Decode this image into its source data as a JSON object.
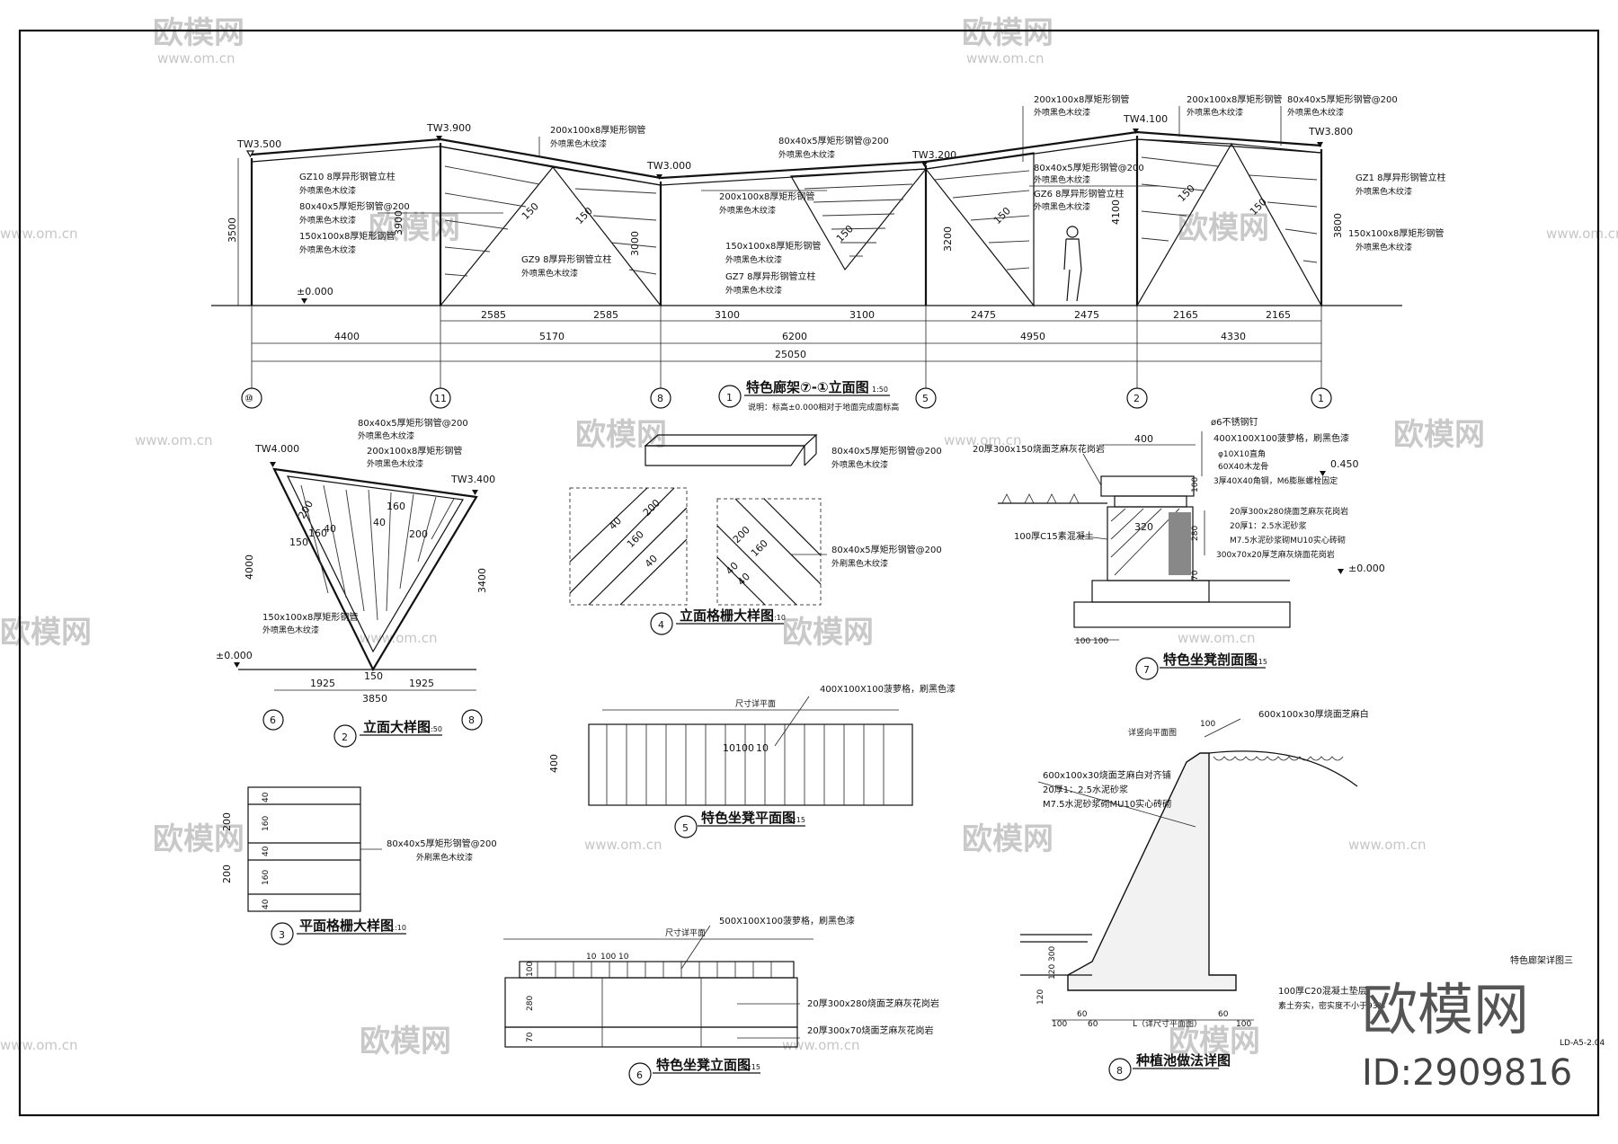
{
  "watermark": {
    "text": "欧模网",
    "url": "www.om.cn"
  },
  "brand": {
    "name": "欧模网",
    "id": "ID:2909816"
  },
  "sheet_title": "特色廊架详图三",
  "sheet_no": "LD-A5-2.04",
  "view1": {
    "num": "1",
    "title": "特色廊架⑦-①立面图",
    "scale": "1:50",
    "note": "说明：标高±0.000相对于地面完成面标高",
    "levels": [
      "TW3.500",
      "TW3.900",
      "TW3.000",
      "TW3.200",
      "TW4.100",
      "TW3.800",
      "±0.000"
    ],
    "heights": [
      "3500",
      "3900",
      "3000",
      "3200",
      "4100",
      "3800"
    ],
    "sub_dims": [
      "2585",
      "2585",
      "3100",
      "3100",
      "2475",
      "2475",
      "2165",
      "2165"
    ],
    "main_dims": [
      "4400",
      "5170",
      "6200",
      "4950",
      "4330"
    ],
    "total": "25050",
    "axes": [
      "⑩",
      "11",
      "8",
      "5",
      "2",
      "1"
    ],
    "spacing": "150",
    "notes": {
      "gz10": "GZ10 8厚异形钢管立柱",
      "paint": "外喷黑色木纹漆",
      "tube80": "80x40x5厚矩形钢管@200",
      "tube150": "150x100x8厚矩形钢管",
      "tube200": "200x100x8厚矩形钢管",
      "gz9": "GZ9 8厚异形钢管立柱",
      "gz7": "GZ7 8厚异形钢管立柱",
      "gz6": "GZ6 8厚异形钢管立柱",
      "gz1": "GZ1 8厚异形钢管立柱"
    }
  },
  "view2": {
    "num": "2",
    "title": "立面大样图",
    "scale": "1:50",
    "levels": [
      "TW4.000",
      "TW3.400",
      "±0.000"
    ],
    "dims": [
      "4000",
      "3400",
      "1925",
      "150",
      "1925",
      "3850"
    ],
    "inner_dims": [
      "200",
      "150",
      "160",
      "40",
      "40",
      "160",
      "200"
    ],
    "axes": [
      "6",
      "8"
    ],
    "notes": [
      "80x40x5厚矩形钢管@200",
      "外喷黑色木纹漆",
      "200x100x8厚矩形钢管",
      "外喷黑色木纹漆",
      "150x100x8厚矩形钢管",
      "外喷黑色木纹漆"
    ]
  },
  "view3": {
    "num": "3",
    "title": "平面格栅大样图",
    "scale": "1:10",
    "dims": [
      "200",
      "200",
      "40",
      "160",
      "40",
      "160",
      "40"
    ],
    "notes": [
      "80x40x5厚矩形钢管@200",
      "外刷黑色木纹漆"
    ]
  },
  "view4": {
    "num": "4",
    "title": "立面格栅大样图",
    "scale": "1:10",
    "dims": [
      "200",
      "40",
      "160",
      "40"
    ],
    "notes": [
      "80x40x5厚矩形钢管@200",
      "外喷黑色木纹漆",
      "80x40x5厚矩形钢管@200",
      "外刷黑色木纹漆"
    ]
  },
  "view5": {
    "num": "5",
    "title": "特色坐凳平面图",
    "scale": "1:15",
    "dims": [
      "400",
      "10",
      "100",
      "10"
    ],
    "top_note": "尺寸详平面",
    "notes": [
      "400X100X100菠萝格，刷黑色漆"
    ]
  },
  "view6": {
    "num": "6",
    "title": "特色坐凳立面图",
    "scale": "1:15",
    "dims": [
      "100",
      "280",
      "70",
      "10",
      "100",
      "10"
    ],
    "top_note": "尺寸详平面",
    "notes": [
      "500X100X100菠萝格，刷黑色漆",
      "20厚300x280烧面芝麻灰花岗岩",
      "20厚300x70烧面芝麻灰花岗岩"
    ]
  },
  "view7": {
    "num": "7",
    "title": "特色坐凳剖面图",
    "scale": "1:15",
    "dims": [
      "400",
      "320",
      "280",
      "100",
      "70",
      "100",
      "100"
    ],
    "levels": [
      "0.450",
      "±0.000"
    ],
    "notes": [
      "ø6不锈钢钉",
      "400X100X100菠萝格，刷黑色漆",
      "φ10X10直角",
      "60X40木龙骨",
      "3厚40X40角钢，M6膨胀螺栓固定",
      "20厚300x150烧面芝麻灰花岗岩",
      "20厚300x280烧面芝麻灰花岗岩",
      "20厚1：2.5水泥砂浆",
      "M7.5水泥砂浆砌MU10实心砖砌",
      "300x70x20厚芝麻灰烧面花岗岩",
      "100厚C15素混凝土"
    ]
  },
  "view8": {
    "num": "8",
    "title": "种植池做法详图",
    "scale": "",
    "dims": [
      "100",
      "300",
      "120",
      "120",
      "100",
      "60",
      "60",
      "60",
      "100"
    ],
    "bottom_note": "L（详尺寸平面图）",
    "top_note": "详竖向平面图",
    "notes": [
      "600x100x30厚烧面芝麻白",
      "600x100x30烧面芝麻白对齐铺",
      "20厚1：2.5水泥砂浆",
      "M7.5水泥砂浆砌MU10实心砖砌",
      "100厚C20混凝土垫层",
      "素土夯实，密实度不小于93%"
    ]
  }
}
